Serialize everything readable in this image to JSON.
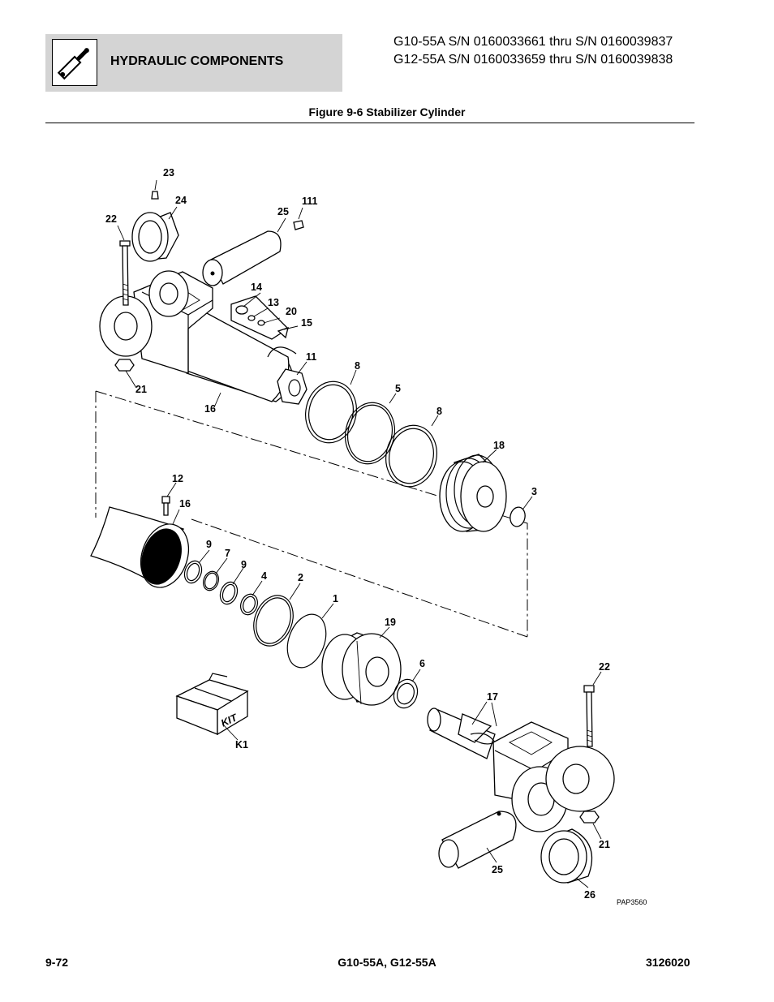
{
  "header": {
    "section_title": "HYDRAULIC COMPONENTS",
    "serial_line_1": "G10-55A S/N 0160033661 thru S/N 0160039837",
    "serial_line_2": "G12-55A S/N 0160033659 thru S/N 0160039838",
    "section_icon": "hydraulic-cylinder-icon"
  },
  "figure": {
    "title": "Figure 9-6 Stabilizer Cylinder",
    "drawing_id": "PAP3560",
    "kit_text": "KIT",
    "callouts": [
      "23",
      "24",
      "22",
      "25",
      "111",
      "14",
      "13",
      "20",
      "15",
      "11",
      "8",
      "5",
      "8",
      "18",
      "3",
      "21",
      "16",
      "12",
      "16",
      "9",
      "7",
      "9",
      "4",
      "2",
      "1",
      "19",
      "6",
      "22",
      "17",
      "K1",
      "21",
      "25",
      "26"
    ]
  },
  "footer": {
    "page_number": "9-72",
    "models": "G10-55A, G12-55A",
    "manual_number": "3126020"
  }
}
